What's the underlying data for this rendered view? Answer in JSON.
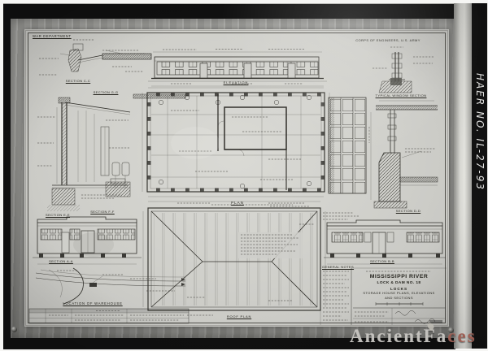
{
  "colors": {
    "paper": "#d2d2cd",
    "frame_metal": "#9b9b97",
    "photo_band": "#101010",
    "ink": "#32312c",
    "haer_strip": "#121212",
    "haer_text": "#ececea",
    "watermark_gray": "#c9c7c2",
    "watermark_rust": "#9e5c50"
  },
  "photo": {
    "haer_number": "HAER NO. IL-27-93",
    "watermark": {
      "part1": "Ancient",
      "part2": "Fa",
      "part3": "ces"
    }
  },
  "sheet": {
    "header": {
      "left": "WAR DEPARTMENT",
      "right": "CORPS OF ENGINEERS, U.S. ARMY"
    },
    "drawings": {
      "front_elevation": "ELEVATION",
      "floor_plan": "PLAN",
      "roof_plan": "ROOF PLAN",
      "typical_window_section": "TYPICAL WINDOW SECTION",
      "section_aa": "SECTION A-A",
      "section_bb": "SECTION B-B",
      "section_cc": "SECTION C-C",
      "section_dd": "SECTION D-D",
      "section_ee": "SECTION E-E",
      "section_ff": "SECTION F-F",
      "section_gg": "SECTION G-G",
      "location_map": "LOCATION OF WAREHOUSE",
      "general_notes": "GENERAL NOTES"
    },
    "title_block": {
      "river": "MISSISSIPPI RIVER",
      "facility": "LOCK & DAM NO. 18",
      "structure": "LOCKS",
      "sheet_title_line1": "STORAGE HOUSE  PLANS, ELEVATIONS",
      "sheet_title_line2": "AND SECTIONS"
    }
  }
}
